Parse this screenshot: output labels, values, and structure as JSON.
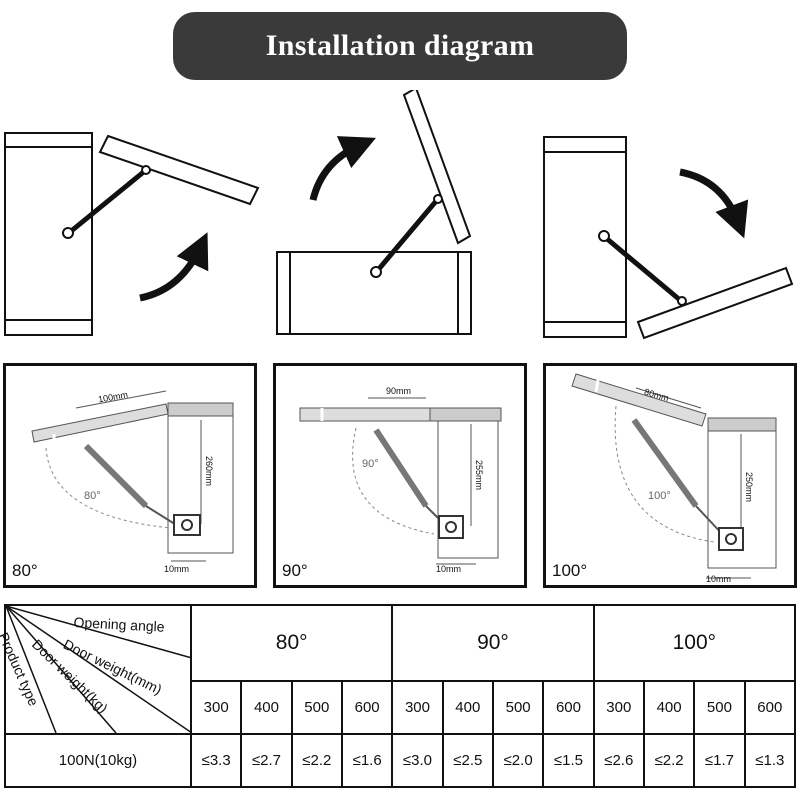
{
  "title": "Installation diagram",
  "panels": [
    {
      "angle": "80°",
      "width_label": "100mm",
      "height_label": "260mm",
      "bottom_label": "10mm",
      "arc_label": "80°"
    },
    {
      "angle": "90°",
      "width_label": "90mm",
      "height_label": "255mm",
      "bottom_label": "10mm",
      "arc_label": "90°"
    },
    {
      "angle": "100°",
      "width_label": "80mm",
      "height_label": "250mm",
      "bottom_label": "10mm",
      "arc_label": "100°"
    }
  ],
  "table": {
    "corner": {
      "opening_angle": "Opening angle",
      "door_weight_mm": "Door weight(mm)",
      "door_weight_kg": "Door weight(kg)",
      "product_type": "Product type"
    },
    "angles": [
      "80°",
      "90°",
      "100°"
    ],
    "widths": [
      "300",
      "400",
      "500",
      "600",
      "300",
      "400",
      "500",
      "600",
      "300",
      "400",
      "500",
      "600"
    ],
    "product": "100N(10kg)",
    "values": [
      "≤3.3",
      "≤2.7",
      "≤2.2",
      "≤1.6",
      "≤3.0",
      "≤2.5",
      "≤2.0",
      "≤1.5",
      "≤2.6",
      "≤2.2",
      "≤1.7",
      "≤1.3"
    ]
  }
}
